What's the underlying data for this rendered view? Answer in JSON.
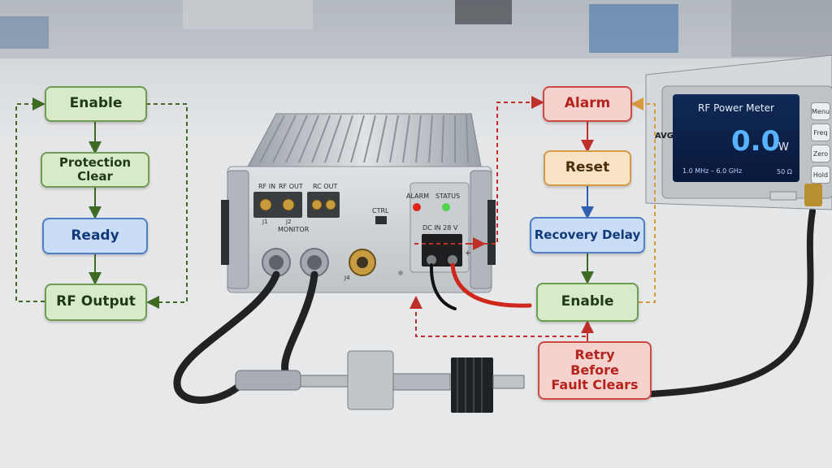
{
  "left_flow": {
    "enable": "Enable",
    "protection_clear": "Protection Clear",
    "ready": "Ready",
    "rf_output": "RF Output"
  },
  "right_flow": {
    "alarm": "Alarm",
    "reset": "Reset",
    "recovery_delay": "Recovery Delay",
    "enable": "Enable",
    "retry_note": "Retry Before Fault Clears"
  },
  "amplifier": {
    "rf_in": "RF IN",
    "rf_out": "RF OUT",
    "rc_out": "RC OUT",
    "j1": "J1",
    "j2": "J2",
    "monitor": "MONITOR",
    "ctrl": "CTRL",
    "j4": "J4",
    "alarm": "ALARM",
    "status": "STATUS",
    "dc_in": "DC IN 28 V",
    "plus": "+"
  },
  "power_meter": {
    "title": "RF Power Meter",
    "mode": "AVG",
    "value": "0.0",
    "unit": "W",
    "range": "1.0 MHz – 6.0 GHz",
    "impedance": "50 Ω",
    "buttons": [
      "Menu",
      "Freq",
      "Zero",
      "Hold"
    ]
  },
  "colors": {
    "green_accent": "#6f9b52",
    "blue_accent": "#4f7fc3",
    "red_accent": "#cc4a42",
    "amber_accent": "#d49a4a",
    "meter_text": "#59b4ff"
  }
}
